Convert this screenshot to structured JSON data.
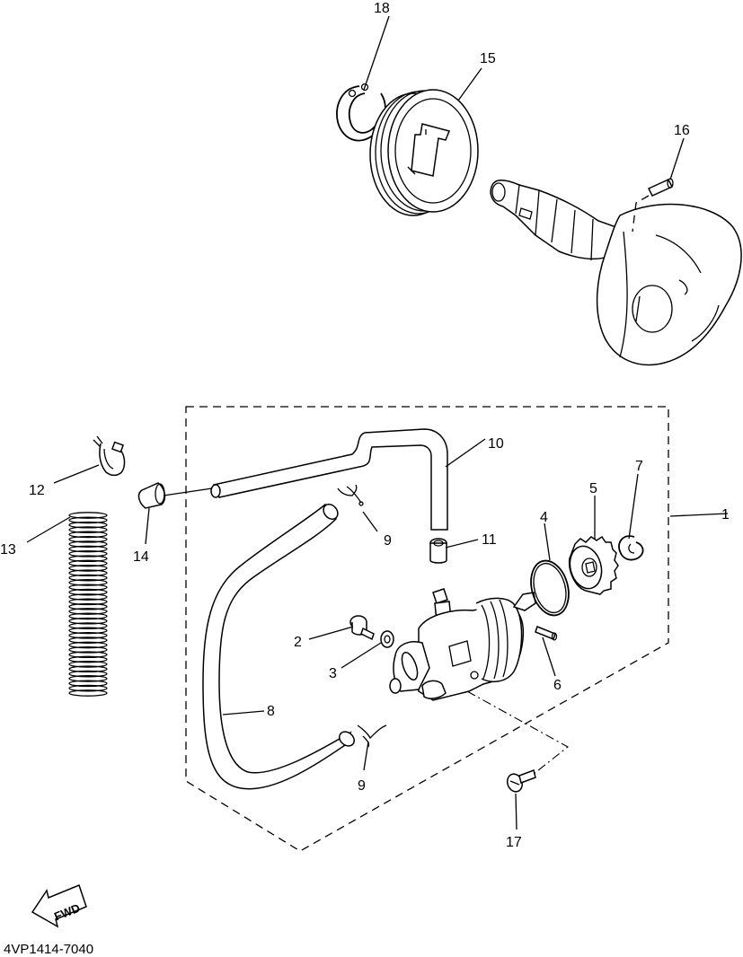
{
  "diagram": {
    "drawing_code": "4VP1414-7040",
    "fwd_label": "FWD",
    "callouts": [
      {
        "id": "c1",
        "label": "1"
      },
      {
        "id": "c2",
        "label": "2"
      },
      {
        "id": "c3",
        "label": "3"
      },
      {
        "id": "c4",
        "label": "4"
      },
      {
        "id": "c5",
        "label": "5"
      },
      {
        "id": "c6",
        "label": "6"
      },
      {
        "id": "c7",
        "label": "7"
      },
      {
        "id": "c8",
        "label": "8"
      },
      {
        "id": "c9a",
        "label": "9"
      },
      {
        "id": "c9b",
        "label": "9"
      },
      {
        "id": "c10",
        "label": "10"
      },
      {
        "id": "c11",
        "label": "11"
      },
      {
        "id": "c12",
        "label": "12"
      },
      {
        "id": "c13",
        "label": "13"
      },
      {
        "id": "c14",
        "label": "14"
      },
      {
        "id": "c15",
        "label": "15"
      },
      {
        "id": "c16",
        "label": "16"
      },
      {
        "id": "c17",
        "label": "17"
      },
      {
        "id": "c18",
        "label": "18"
      }
    ]
  }
}
